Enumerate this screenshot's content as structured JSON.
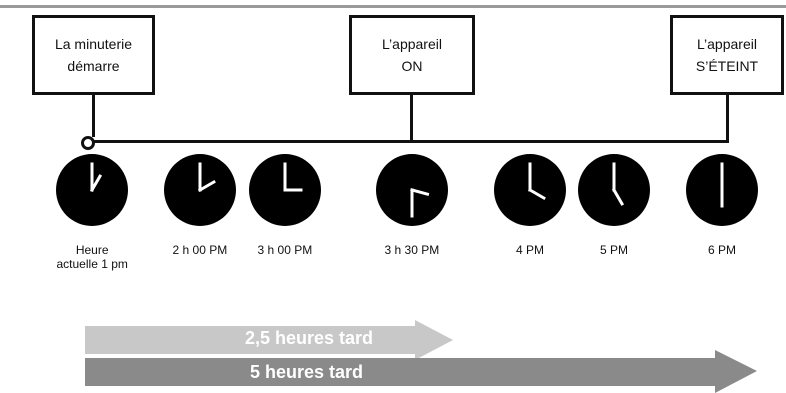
{
  "boxes": {
    "timer_start": [
      "La minuterie",
      "démarre"
    ],
    "device_on": [
      "L’appareil",
      "ON"
    ],
    "device_off": [
      "L’appareil",
      "S’ÉTEINT"
    ]
  },
  "clocks": [
    {
      "label": [
        "Heure",
        "actuelle 1 pm"
      ],
      "hour": 1,
      "minute": 0
    },
    {
      "label": [
        "2 h 00 PM"
      ],
      "hour": 2,
      "minute": 0
    },
    {
      "label": [
        "3 h 00 PM"
      ],
      "hour": 3,
      "minute": 0
    },
    {
      "label": [
        "3 h 30 PM"
      ],
      "hour": 3,
      "minute": 30
    },
    {
      "label": [
        "4 PM"
      ],
      "hour": 4,
      "minute": 0
    },
    {
      "label": [
        "5 PM"
      ],
      "hour": 5,
      "minute": 0
    },
    {
      "label": [
        "6 PM"
      ],
      "hour": 6,
      "minute": 0
    }
  ],
  "arrows": {
    "short": {
      "text": "2,5 heures tard",
      "color": "#c8c8c8"
    },
    "long": {
      "text": "5 heures tard",
      "color": "#8a8a8a"
    }
  }
}
